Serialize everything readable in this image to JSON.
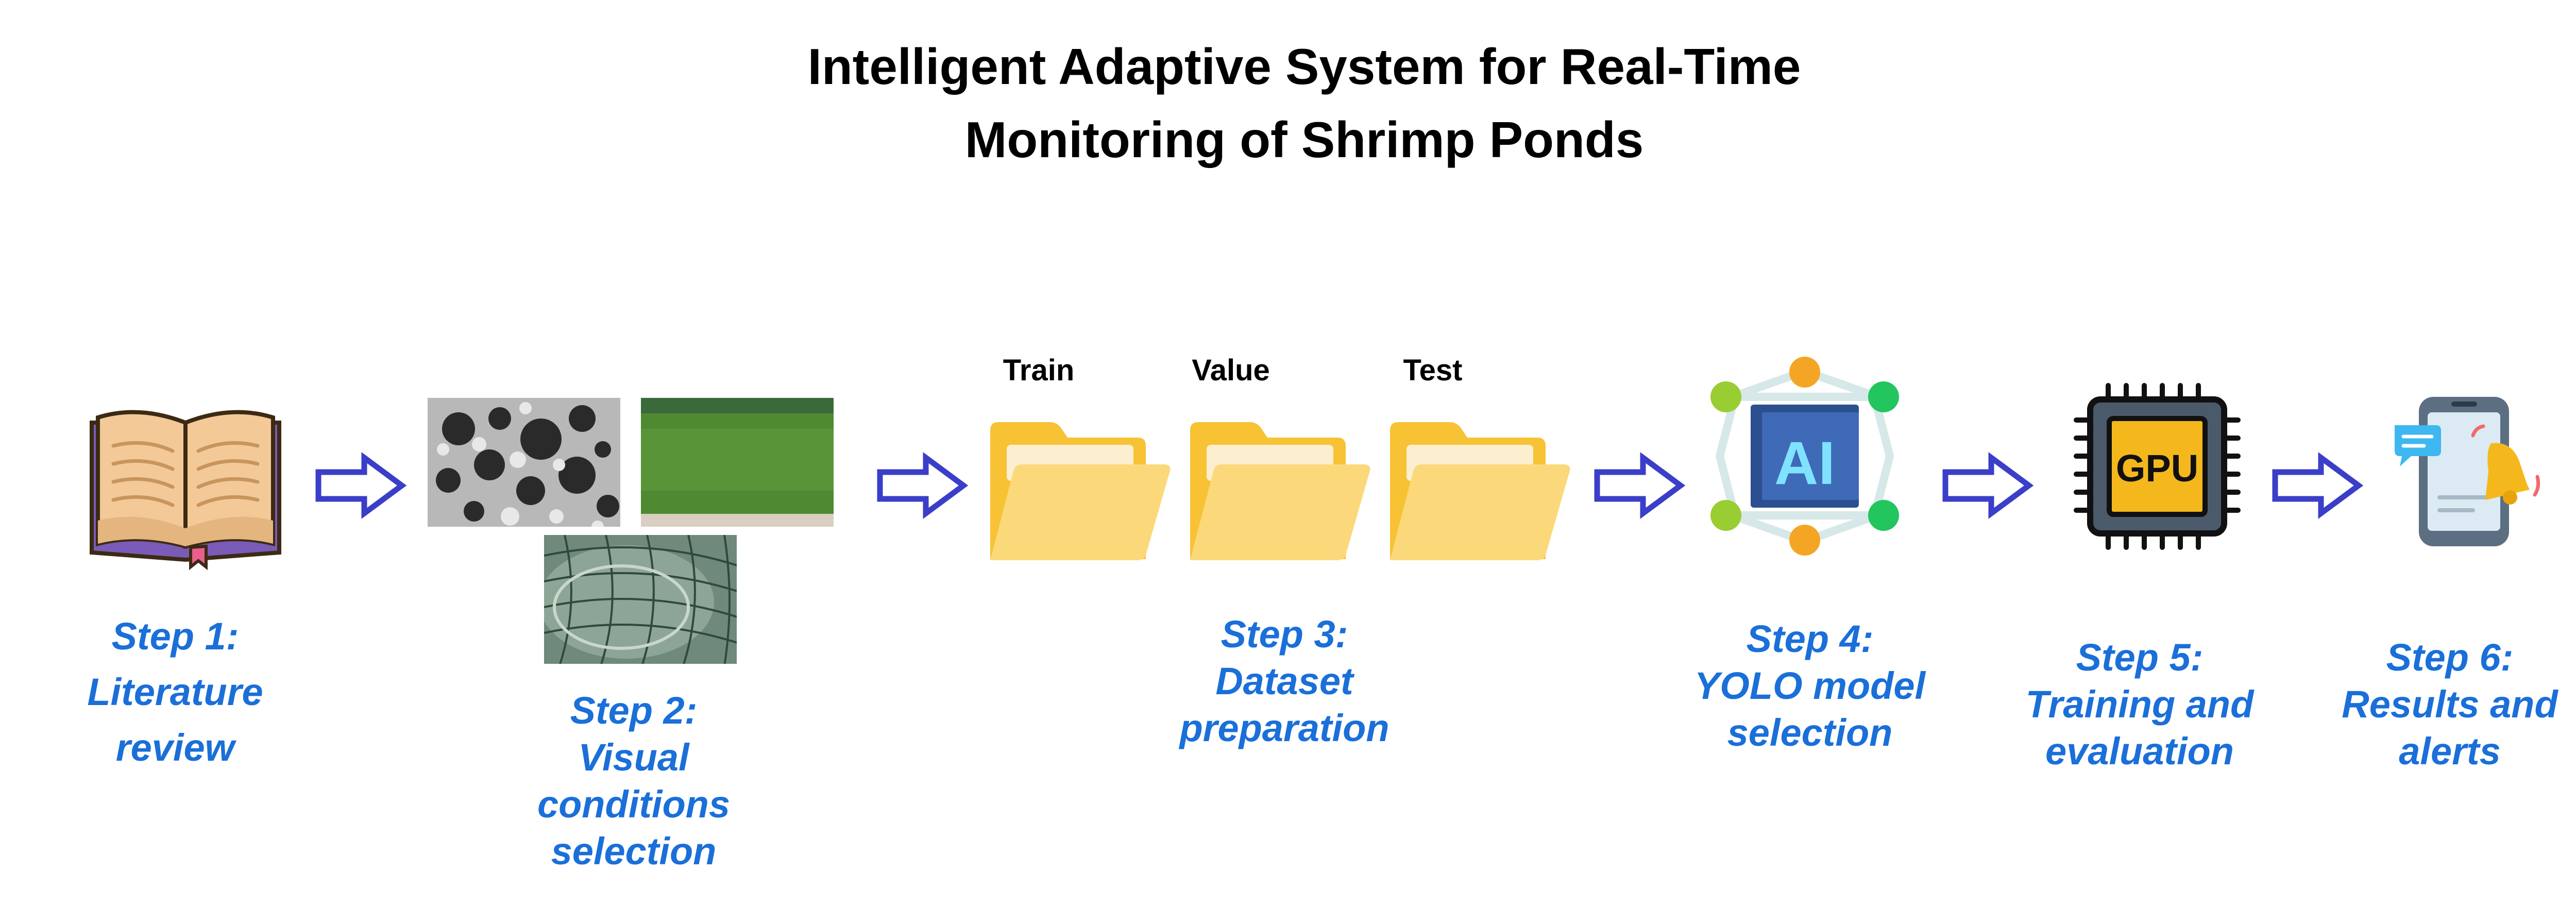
{
  "title": {
    "line1": "Intelligent Adaptive System for Real-Time",
    "line2": "Monitoring of Shrimp Ponds"
  },
  "steps": [
    {
      "label": "Step 1:",
      "lines": [
        "Literature",
        "review"
      ]
    },
    {
      "label": "Step 2:",
      "lines": [
        "Visual",
        "conditions",
        "selection"
      ]
    },
    {
      "label": "Step 3:",
      "lines": [
        "Dataset",
        "preparation"
      ]
    },
    {
      "label": "Step 4:",
      "lines": [
        "YOLO model",
        "selection"
      ]
    },
    {
      "label": "Step 5:",
      "lines": [
        "Training and",
        "evaluation"
      ]
    },
    {
      "label": "Step 6:",
      "lines": [
        "Results and",
        "alerts"
      ]
    }
  ],
  "folders": [
    {
      "label": "Train"
    },
    {
      "label": "Value"
    },
    {
      "label": "Test"
    }
  ],
  "icons": {
    "ai_chip_text": "AI",
    "gpu_chip_text": "GPU"
  },
  "colors": {
    "step_text": "#1a6fd9",
    "arrow": "#3a3ec8",
    "folder": "#f7c234",
    "folder_front": "#fbd97a"
  }
}
